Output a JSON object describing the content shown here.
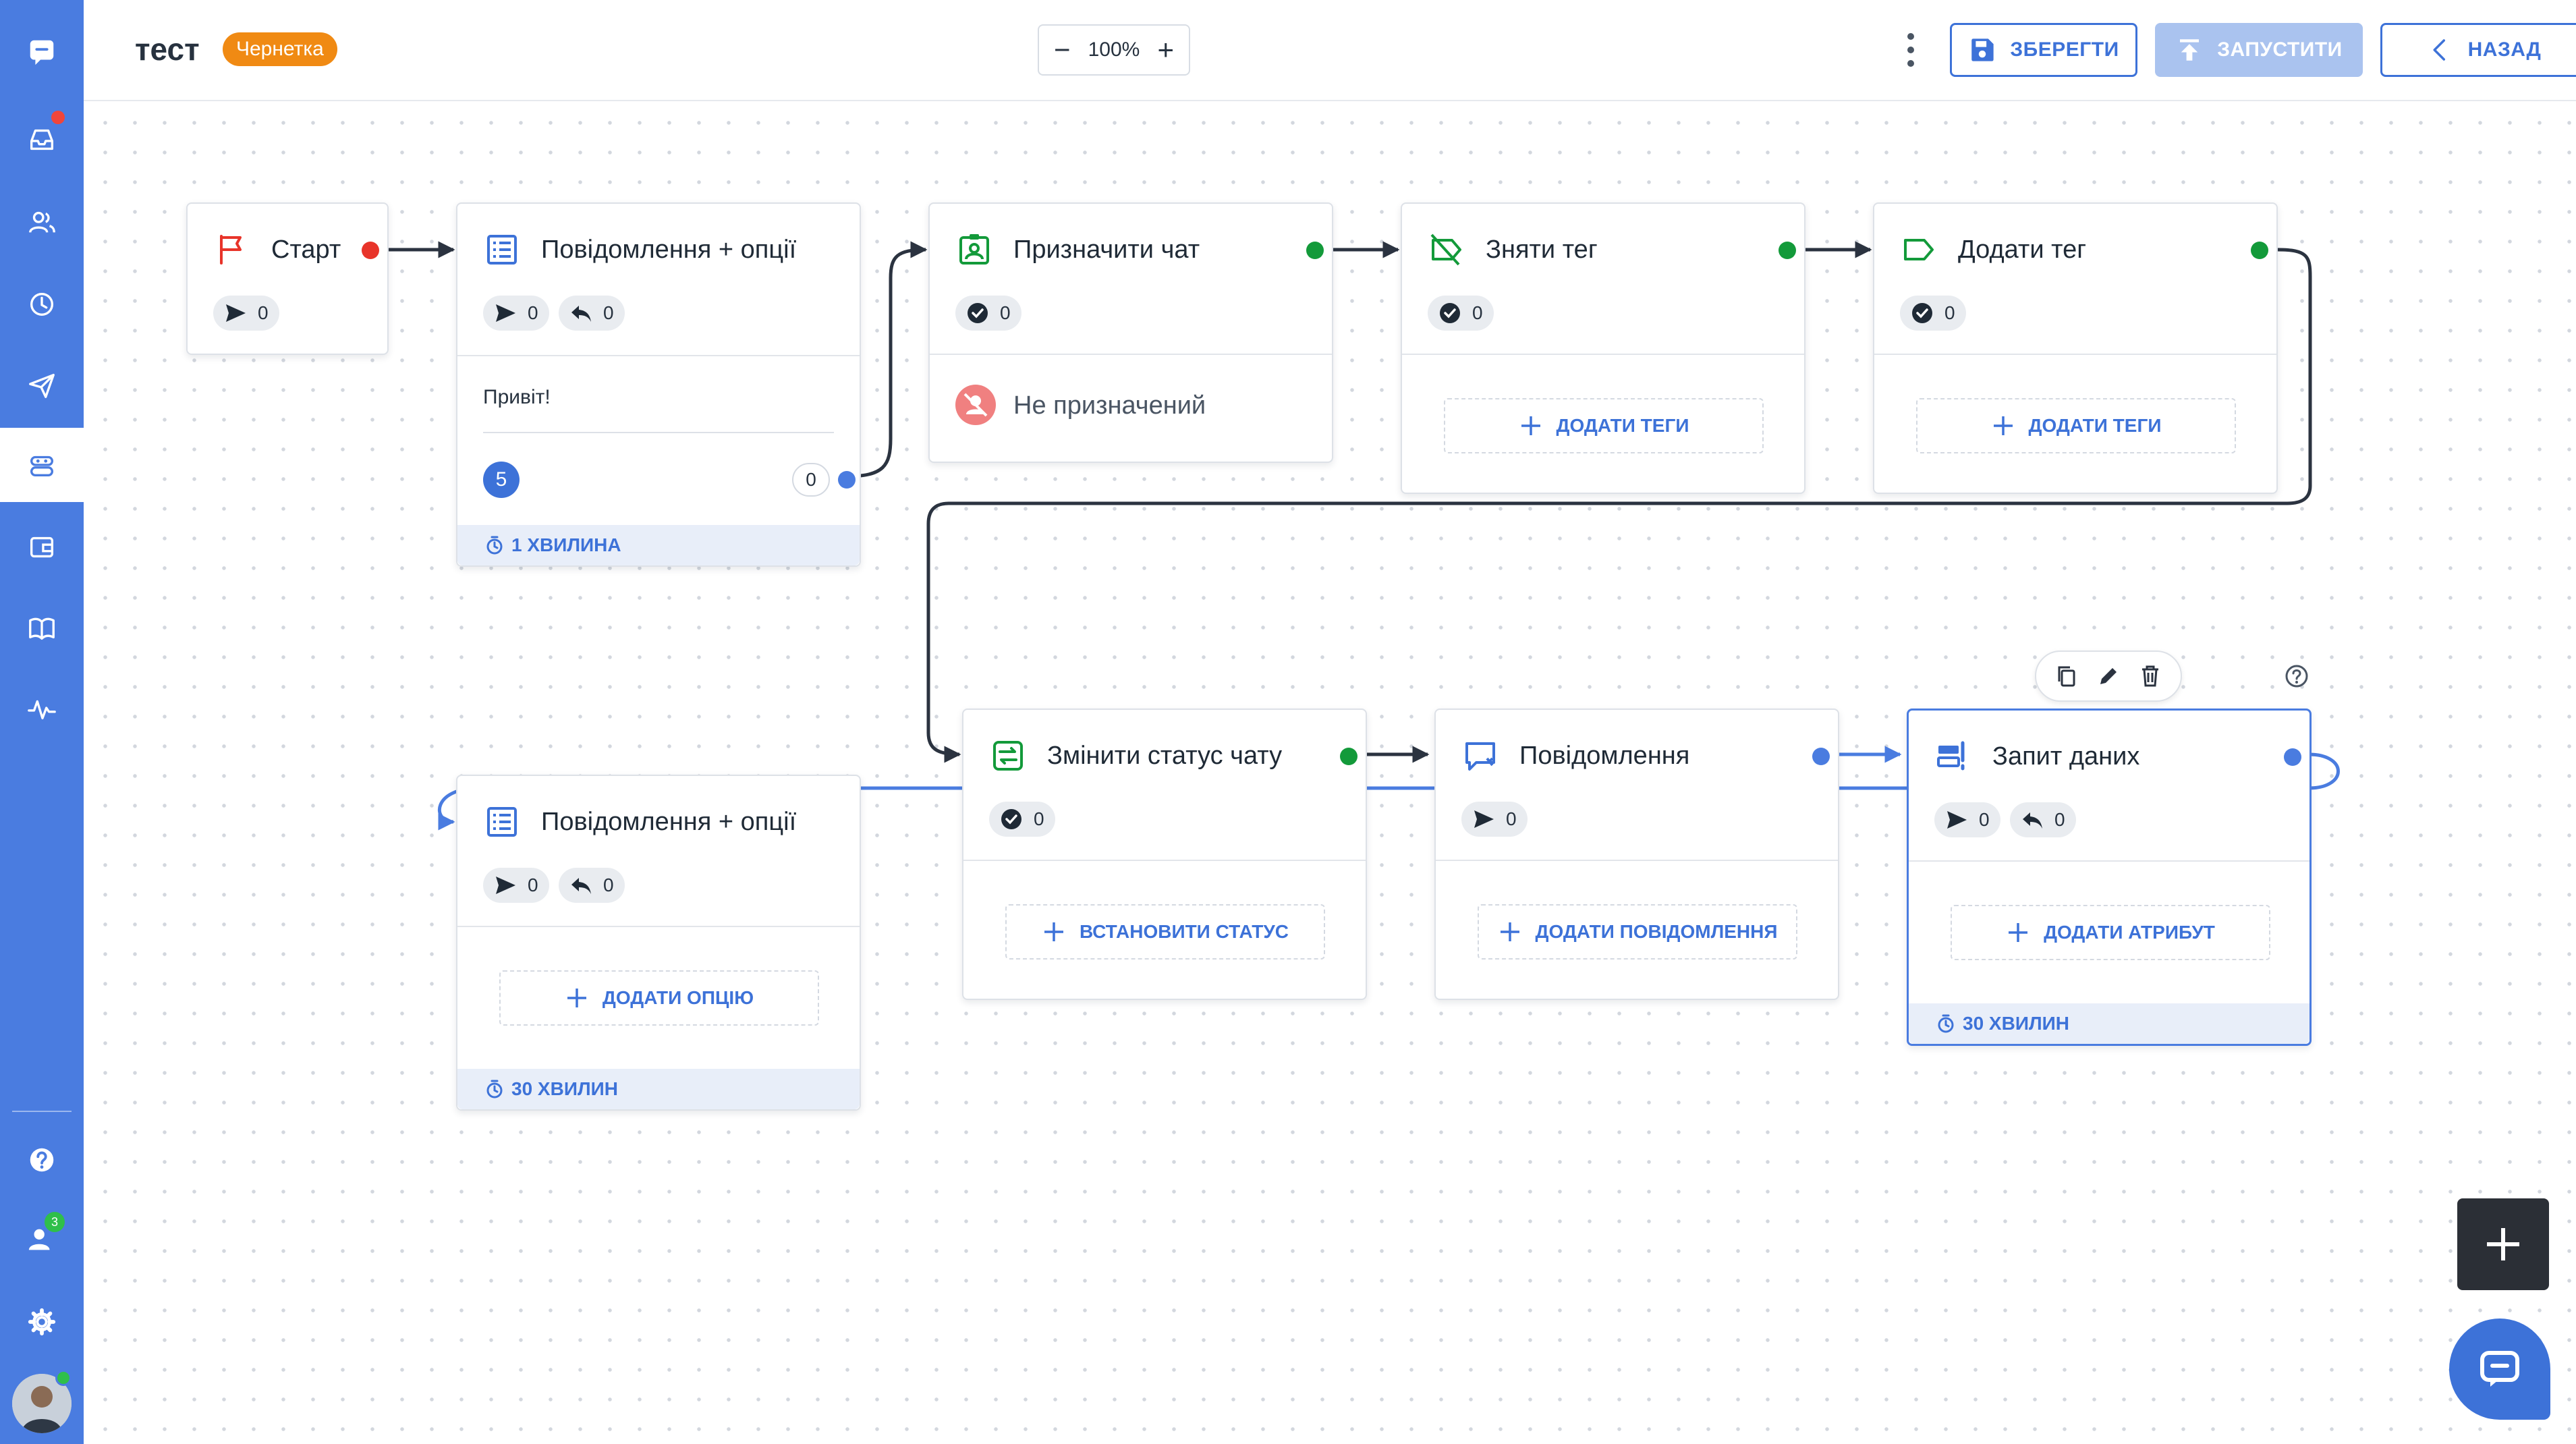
{
  "header": {
    "title": "тест",
    "status_badge": "Чернетка",
    "zoom_minus": "−",
    "zoom_value": "100%",
    "zoom_plus": "+",
    "save_label": "ЗБЕРЕГТИ",
    "run_label": "ЗАПУСТИТИ",
    "back_label": "НАЗАД"
  },
  "sidebar": {
    "team_badge": "3"
  },
  "nodes": {
    "start": {
      "title": "Старт",
      "sent": "0"
    },
    "msg_options_1": {
      "title": "Повідомлення + опції",
      "sent": "0",
      "replies": "0",
      "message": "Привіт!",
      "option_number": "5",
      "option_count": "0",
      "timer": "1 ХВИЛИНА"
    },
    "assign_chat": {
      "title": "Призначити чат",
      "done": "0",
      "assignee": "Не призначений"
    },
    "remove_tag": {
      "title": "Зняти тег",
      "done": "0",
      "add_label": "ДОДАТИ ТЕГИ"
    },
    "add_tag": {
      "title": "Додати тег",
      "done": "0",
      "add_label": "ДОДАТИ ТЕГИ"
    },
    "msg_options_2": {
      "title": "Повідомлення + опції",
      "sent": "0",
      "replies": "0",
      "add_label": "ДОДАТИ ОПЦІЮ",
      "timer": "30 ХВИЛИН"
    },
    "change_status": {
      "title": "Змінити статус чату",
      "done": "0",
      "add_label": "ВСТАНОВИТИ СТАТУС"
    },
    "message": {
      "title": "Повідомлення",
      "sent": "0",
      "add_label": "ДОДАТИ ПОВІДОМЛЕННЯ"
    },
    "data_request": {
      "title": "Запит даних",
      "sent": "0",
      "replies": "0",
      "add_label": "ДОДАТИ АТРИБУТ",
      "timer": "30 ХВИЛИН"
    }
  },
  "colors": {
    "sidebar": "#4a7ce0",
    "accent": "#3d72d8",
    "draft": "#f08a13",
    "success_dot": "#139a3a",
    "error_dot": "#e8342a",
    "port_dot": "#4a7ce0"
  }
}
